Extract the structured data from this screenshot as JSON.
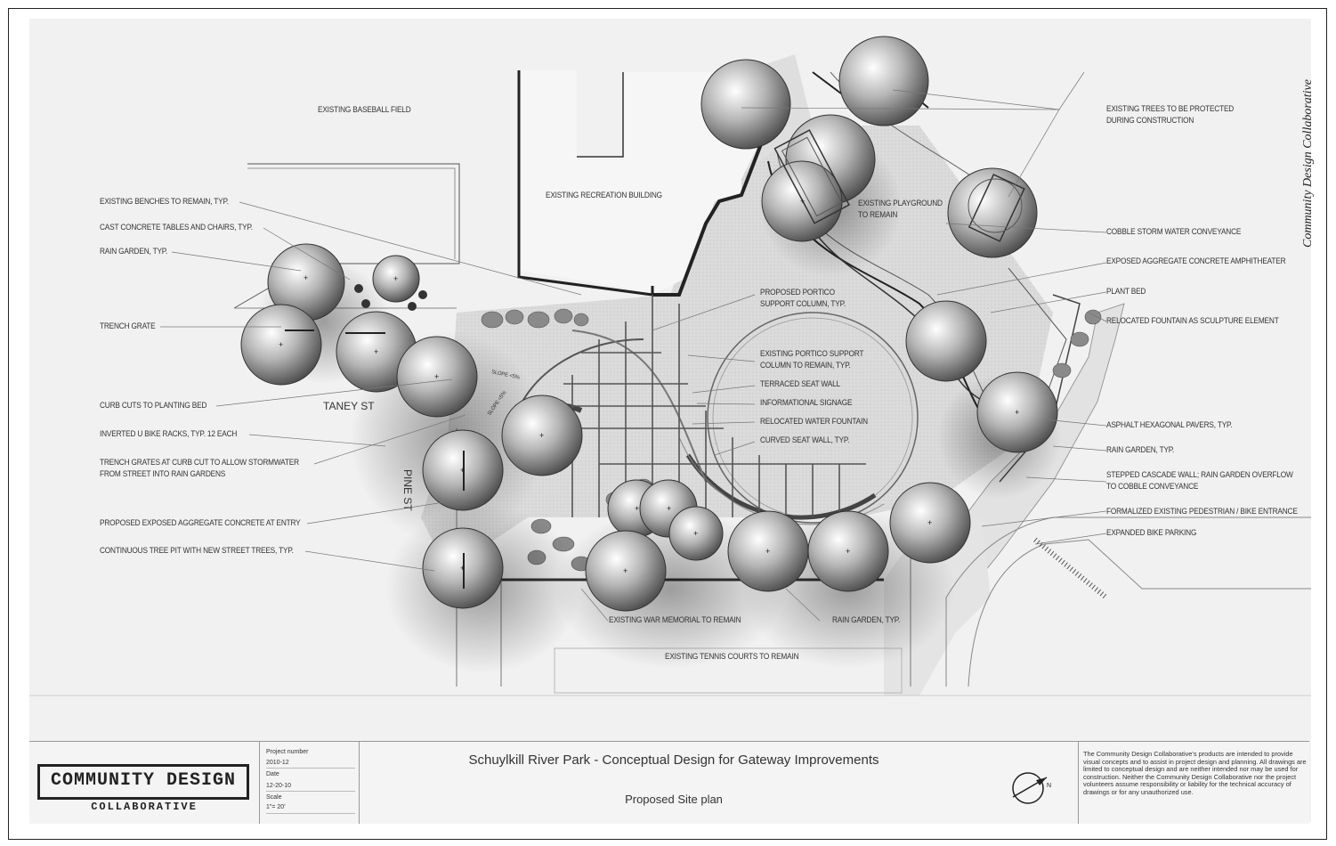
{
  "drawing": {
    "labels": {
      "baseball": "EXISTING BASEBALL FIELD",
      "recreation": "EXISTING RECREATION BUILDING",
      "benches": "EXISTING BENCHES TO REMAIN, TYP.",
      "tables": "CAST CONCRETE TABLES AND CHAIRS, TYP.",
      "raingarden_left": "RAIN GARDEN, TYP.",
      "trench": "TRENCH GRATE",
      "curb_cuts": "CURB CUTS TO PLANTING BED",
      "bike_racks": "INVERTED U BIKE RACKS, TYP. 12 EACH",
      "trench_grates_1": "TRENCH GRATES AT CURB CUT TO ALLOW STORMWATER",
      "trench_grates_2": "FROM STREET INTO RAIN GARDENS",
      "aggregate_entry": "PROPOSED EXPOSED AGGREGATE CONCRETE AT ENTRY",
      "tree_pit": "CONTINUOUS TREE PIT WITH NEW STREET TREES, TYP.",
      "portico_1": "PROPOSED PORTICO",
      "portico_2": "SUPPORT COLUMN, TYP.",
      "existing_portico_1": "EXISTING PORTICO SUPPORT",
      "existing_portico_2": "COLUMN TO REMAIN, TYP.",
      "terraced": "TERRACED SEAT WALL",
      "signage": "INFORMATIONAL SIGNAGE",
      "fountain": "RELOCATED WATER FOUNTAIN",
      "curved_wall": "CURVED SEAT WALL, TYP.",
      "playground_1": "EXISTING PLAYGROUND",
      "playground_2": "TO REMAIN",
      "protected_1": "EXISTING TREES TO BE PROTECTED",
      "protected_2": "DURING CONSTRUCTION",
      "cobble": "COBBLE STORM WATER CONVEYANCE",
      "amphitheater": "EXPOSED AGGREGATE CONCRETE AMPHITHEATER",
      "plant_bed": "PLANT BED",
      "sculpture": "RELOCATED FOUNTAIN AS SCULPTURE ELEMENT",
      "pavers": "ASPHALT HEXAGONAL PAVERS, TYP.",
      "raingarden_right": "RAIN GARDEN, TYP.",
      "cascade_1": "STEPPED CASCADE WALL; RAIN GARDEN OVERFLOW",
      "cascade_2": "TO COBBLE CONVEYANCE",
      "pedestrian": "FORMALIZED EXISTING PEDESTRIAN / BIKE ENTRANCE",
      "bike_parking": "EXPANDED BIKE PARKING",
      "war_memorial": "EXISTING WAR MEMORIAL TO REMAIN",
      "raingarden_bottom": "RAIN GARDEN, TYP.",
      "tennis": "EXISTING TENNIS COURTS TO REMAIN",
      "slope_1": "SLOPE <5%",
      "slope_2": "SLOPE <5%"
    },
    "streets": {
      "taney": "TANEY ST",
      "pine": "PINE ST"
    }
  },
  "credit": "Community Design Collaborative",
  "title_block": {
    "logo_main": "COMMUNITY DESIGN",
    "logo_sub": "COLLABORATIVE",
    "project_number_label": "Project number",
    "project_number": "2010-12",
    "date_label": "Date",
    "date": "12-20-10",
    "scale_label": "Scale",
    "scale": "1\"= 20'",
    "title": "Schuylkill River Park - Conceptual Design for Gateway Improvements",
    "subtitle": "Proposed Site plan",
    "north_letter": "N",
    "disclaimer": "The Community Design Collaborative's products are intended to provide visual concepts and to assist in project design and planning. All drawings are limited to conceptual design and are neither intended nor may be used for construction. Neither the Community Design Collaborative nor the project volunteers assume responsibility or liability for the technical accuracy of drawings or for any unauthorized use."
  }
}
